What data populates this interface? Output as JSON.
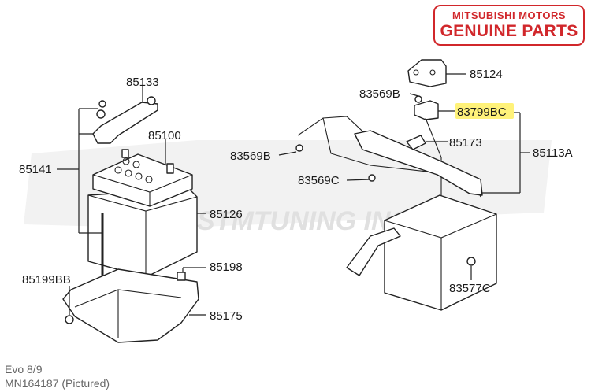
{
  "badge": {
    "line1": "MITSUBISHI MOTORS",
    "line2": "GENUINE PARTS",
    "color": "#d1272b"
  },
  "watermark": {
    "text": "STMTUNING INC.",
    "color": "#e6e6e6"
  },
  "highlight_color": "#fff27a",
  "parts": {
    "p85133": "85133",
    "p85100": "85100",
    "p85141": "85141",
    "p85126": "85126",
    "p85198": "85198",
    "p85199bb": "85199BB",
    "p85175": "85175",
    "p85124": "85124",
    "p83569b_top": "83569B",
    "p83799bc": "83799BC",
    "p85173": "85173",
    "p85113a": "85113A",
    "p83569b_left": "83569B",
    "p83569c": "83569C",
    "p83577c": "83577C"
  },
  "footer": {
    "line1": "Evo 8/9",
    "line2": "MN164187   (Pictured)"
  }
}
